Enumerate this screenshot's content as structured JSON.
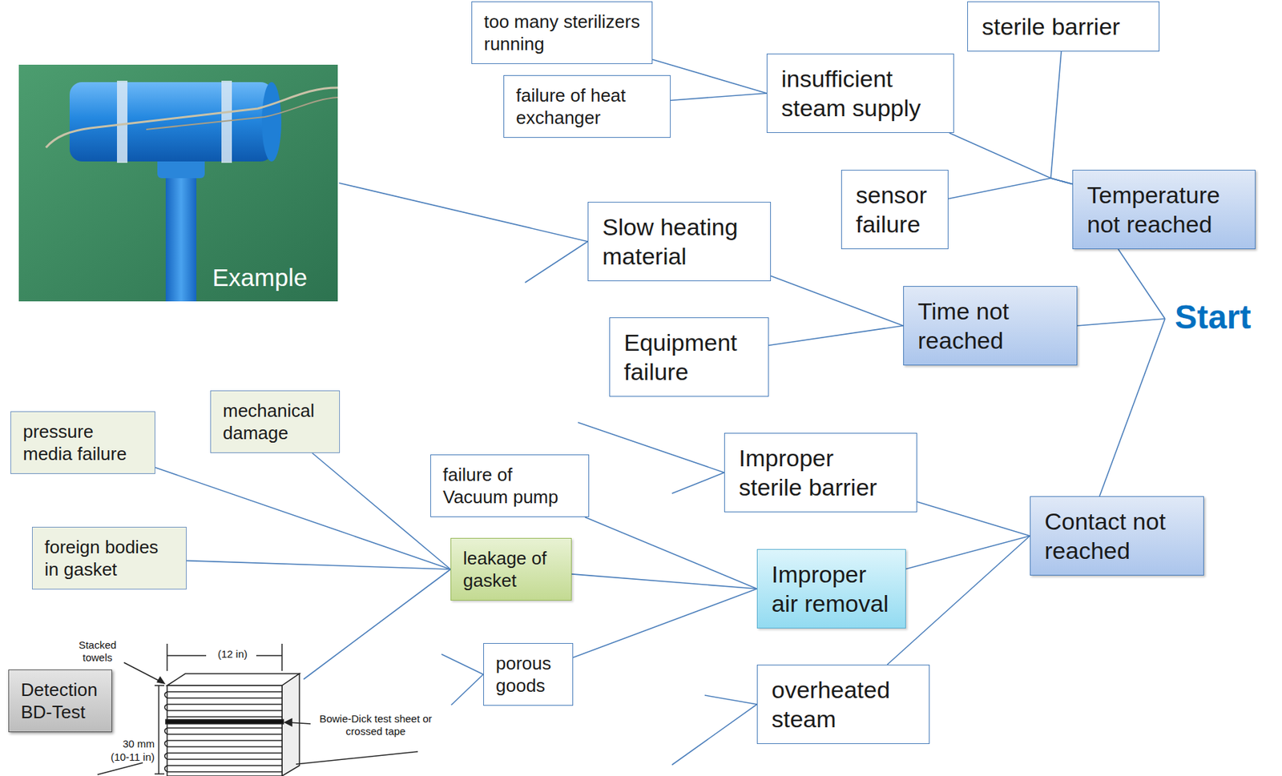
{
  "diagram": {
    "nodes": [
      {
        "text": [
          "too many sterilizers running"
        ]
      },
      {
        "text": [
          "sterile barrier"
        ]
      },
      {
        "text": [
          "insufficient steam supply"
        ]
      },
      {
        "text": [
          "failure of heat exchanger"
        ]
      },
      {
        "text": [
          "sensor failure"
        ]
      },
      {
        "text": [
          "Temperature not reached"
        ]
      },
      {
        "text": [
          "Slow heating material"
        ]
      },
      {
        "text": [
          "Time not reached"
        ]
      },
      {
        "text": [
          "Equipment failure"
        ]
      },
      {
        "text": [
          "mechanical damage"
        ]
      },
      {
        "text": [
          "pressure media failure"
        ]
      },
      {
        "text": [
          "Improper sterile barrier"
        ]
      },
      {
        "text": [
          "failure of Vacuum pump"
        ]
      },
      {
        "text": [
          "Contact not reached"
        ]
      },
      {
        "text": [
          "foreign bodies in gasket"
        ]
      },
      {
        "text": [
          "leakage of gasket"
        ]
      },
      {
        "text": [
          "Improper air removal"
        ]
      },
      {
        "text": [
          "porous goods"
        ]
      },
      {
        "text": [
          "overheated steam"
        ]
      },
      {
        "text": [
          "Detection BD-Test"
        ]
      }
    ],
    "edges": [
      {
        "from": 0,
        "to": 2,
        "arrow": "none"
      },
      {
        "from": 3,
        "to": 2,
        "arrow": "none"
      },
      {
        "from": 2,
        "to": 5,
        "arrow": "none"
      },
      {
        "from": 4,
        "to": 5,
        "arrow": "none"
      },
      {
        "from": 1,
        "to": 5,
        "arrow": "none"
      },
      {
        "from": 6,
        "to": 7,
        "arrow": "none"
      },
      {
        "from": 8,
        "to": 7,
        "arrow": "none"
      },
      {
        "from": 11,
        "to": 13,
        "arrow": "none"
      },
      {
        "from": 16,
        "to": 13,
        "arrow": "none"
      },
      {
        "from": 18,
        "to": 13,
        "arrow": "none"
      },
      {
        "from": 12,
        "to": 16,
        "arrow": "none"
      },
      {
        "from": 15,
        "to": 16,
        "arrow": "none"
      },
      {
        "from": 17,
        "to": 16,
        "arrow": "none"
      },
      {
        "from": 10,
        "to": 15,
        "arrow": "none"
      },
      {
        "from": 9,
        "to": 15,
        "arrow": "none"
      },
      {
        "from": 14,
        "to": 15,
        "arrow": "none"
      }
    ],
    "labels": [
      "Example",
      "Start",
      "Stacked towels",
      "(12 in)",
      "30 mm",
      "(10-11 in)",
      "Bowie-Dick test sheet or crossed tape"
    ]
  }
}
